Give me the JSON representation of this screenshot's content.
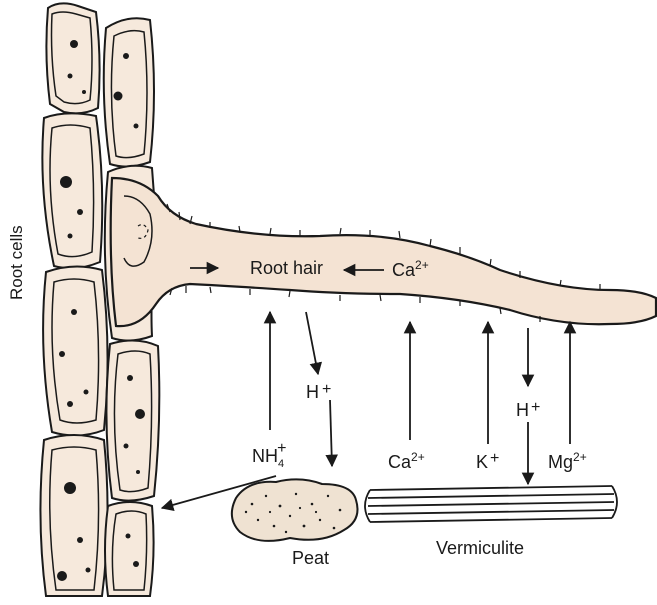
{
  "labels": {
    "root_cells": "Root cells",
    "root_hair": "Root hair",
    "ca_root": "Ca",
    "ca_root_sup": "2+",
    "h_upper": "H",
    "h_upper_sup": "+",
    "nh4_main": "NH",
    "nh4_sub": "4",
    "nh4_sup": "+",
    "ca_bottom": "Ca",
    "ca_bottom_sup": "2+",
    "k": "K",
    "k_sup": "+",
    "h_right": "H",
    "h_right_sup": "+",
    "mg": "Mg",
    "mg_sup": "2+",
    "peat": "Peat",
    "vermiculite": "Vermiculite"
  },
  "colors": {
    "ink": "#1a1a1a",
    "hair_fill": "#f4e3d3",
    "cell_fill": "#f6e9dc",
    "peat_fill": "#efe2d2",
    "background": "#ffffff"
  }
}
